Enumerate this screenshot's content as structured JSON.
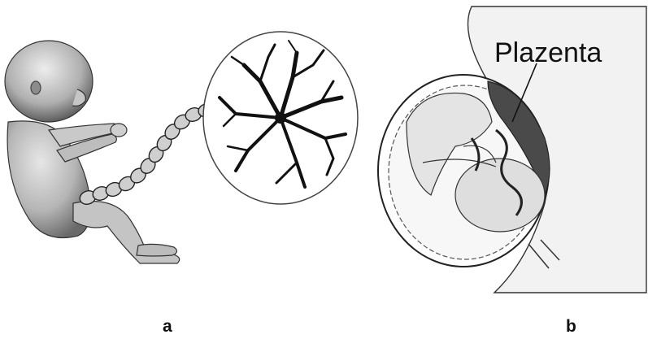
{
  "panels": [
    {
      "id": "a",
      "letter": "a"
    },
    {
      "id": "b",
      "letter": "b",
      "placenta_label": "Plazenta"
    }
  ],
  "colors": {
    "skin_light": "#d9d9d9",
    "skin_mid": "#a9a9a9",
    "skin_dark": "#5a5a5a",
    "placenta": "#4a4a4a",
    "outline": "#222222",
    "uterus_fill": "#f2f2f2"
  },
  "icons": [
    "fetus-illustration",
    "umbilical-cord",
    "placenta-disc",
    "uterus-cross-section"
  ]
}
